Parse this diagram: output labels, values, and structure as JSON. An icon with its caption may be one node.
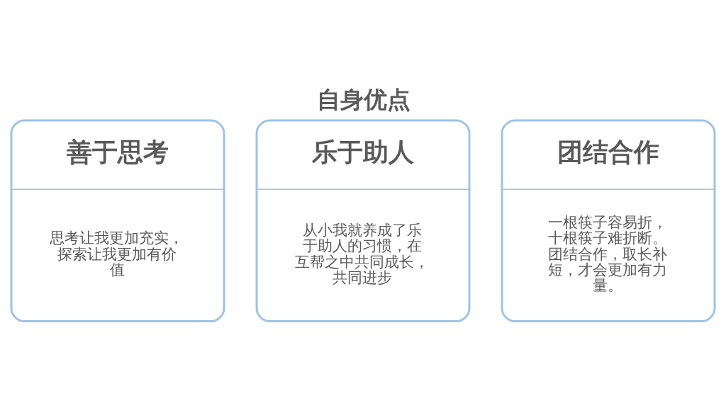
{
  "diagram": {
    "title": "自身优点",
    "nodes": [
      {
        "text": [
          "善于思考",
          "思考让我更加充实，探索让我更加有价值"
        ]
      },
      {
        "text": [
          "乐于助人",
          "从小我就养成了乐于助人的习惯，在互帮之中共同成长，共同进步"
        ]
      },
      {
        "text": [
          "团结合作",
          "一根筷子容易折，十根筷子难折断。团结合作，取长补短，才会更加有力量。"
        ]
      }
    ]
  }
}
